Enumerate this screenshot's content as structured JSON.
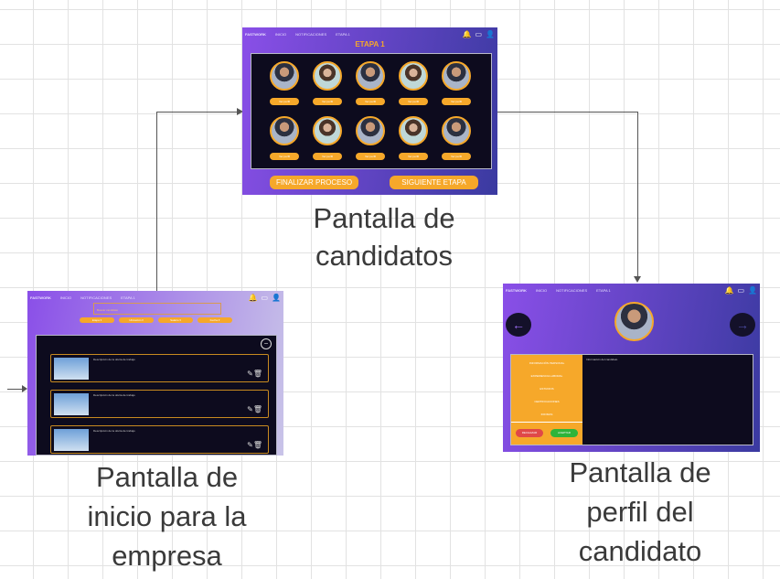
{
  "nav": {
    "logo": "FASTWORK",
    "items": [
      "INICIO",
      "NOTIFICACIONES",
      "ETAPA 1"
    ]
  },
  "candidates_screen": {
    "stage_title": "ETAPA 1",
    "candidate_label": "Ver perfil",
    "finish_button": "FINALIZAR PROCESO",
    "next_button": "SIGUIENTE ETAPA"
  },
  "home_screen": {
    "search_placeholder": "Buscar candidato",
    "filters": [
      "Etapa",
      "Ubicación",
      "Salario",
      "Fecha"
    ],
    "posts": [
      {
        "text": "Descripción de la oferta de trabajo"
      },
      {
        "text": "Descripción de la oferta de trabajo"
      },
      {
        "text": "Descripción de la oferta de trabajo"
      }
    ]
  },
  "profile_screen": {
    "menu": [
      "INFORMACIÓN PERSONAL",
      "EXPERIENCIA LABORAL",
      "ESTUDIOS",
      "CERTIFICACIONES",
      "IDIOMAS"
    ],
    "reject_button": "RECHAZAR",
    "accept_button": "ACEPTAR",
    "details": "Información del candidato"
  },
  "labels": {
    "candidates": [
      "Pantalla de",
      "candidatos"
    ],
    "home": [
      "Pantalla de",
      "inicio para la",
      "empresa"
    ],
    "profile": [
      "Pantalla de",
      "perfil del",
      "candidato"
    ]
  },
  "colors": {
    "accent": "#f6a82a",
    "gradient_start": "#8a4fe8",
    "gradient_end": "#3a3aa0",
    "panel": "#0d0b1e"
  }
}
